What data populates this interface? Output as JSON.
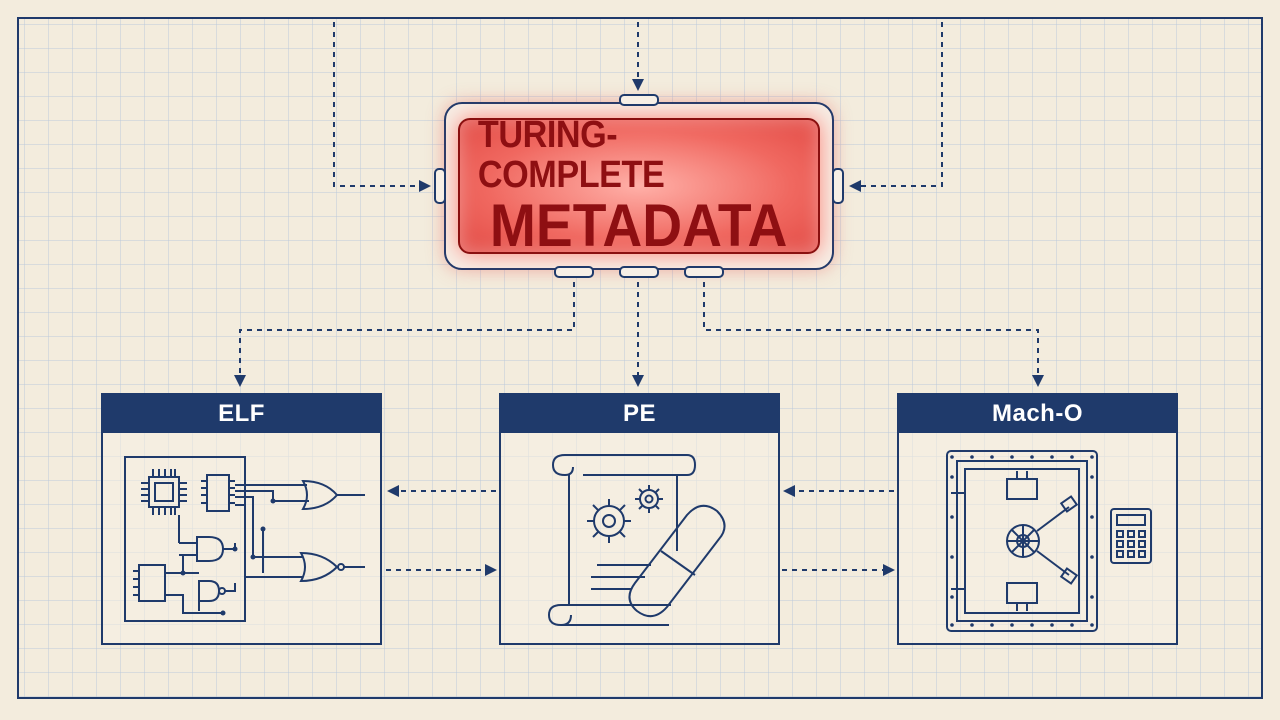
{
  "hub": {
    "line1": "TURING-COMPLETE",
    "line2": "METADATA",
    "colors": {
      "glow": "#f06860",
      "text": "#8e0f12",
      "border": "#1f3a6b"
    }
  },
  "formats": [
    {
      "label": "ELF",
      "icon": "circuit-logic-gates-icon"
    },
    {
      "label": "PE",
      "icon": "scroll-gears-pill-icon"
    },
    {
      "label": "Mach-O",
      "icon": "vault-calculator-icon"
    }
  ],
  "theme": {
    "paper": "#f3ecdd",
    "grid": "#b9c6d6",
    "ink": "#1f3a6b"
  }
}
